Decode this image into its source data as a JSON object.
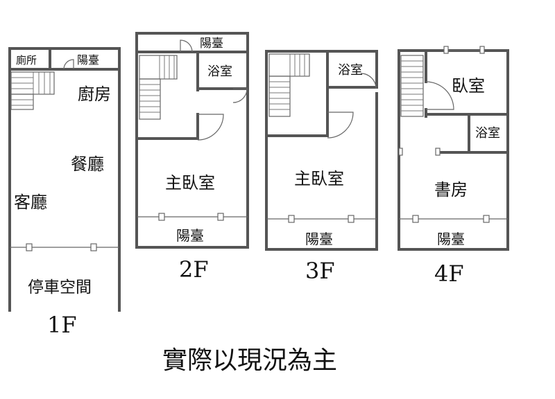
{
  "floors": {
    "f1": {
      "label": "1F",
      "rooms": {
        "toilet": "廁所",
        "balcony": "陽臺",
        "kitchen": "廚房",
        "dining": "餐廳",
        "living": "客廳",
        "parking": "停車空間"
      }
    },
    "f2": {
      "label": "2F",
      "rooms": {
        "balcony_top": "陽臺",
        "bathroom": "浴室",
        "master_bedroom": "主臥室",
        "balcony_front": "陽臺"
      }
    },
    "f3": {
      "label": "3F",
      "rooms": {
        "bathroom": "浴室",
        "master_bedroom": "主臥室",
        "balcony_front": "陽臺"
      }
    },
    "f4": {
      "label": "4F",
      "rooms": {
        "bedroom": "臥室",
        "bathroom": "浴室",
        "study": "書房",
        "balcony_front": "陽臺"
      }
    }
  },
  "note": "實際以現況為主"
}
